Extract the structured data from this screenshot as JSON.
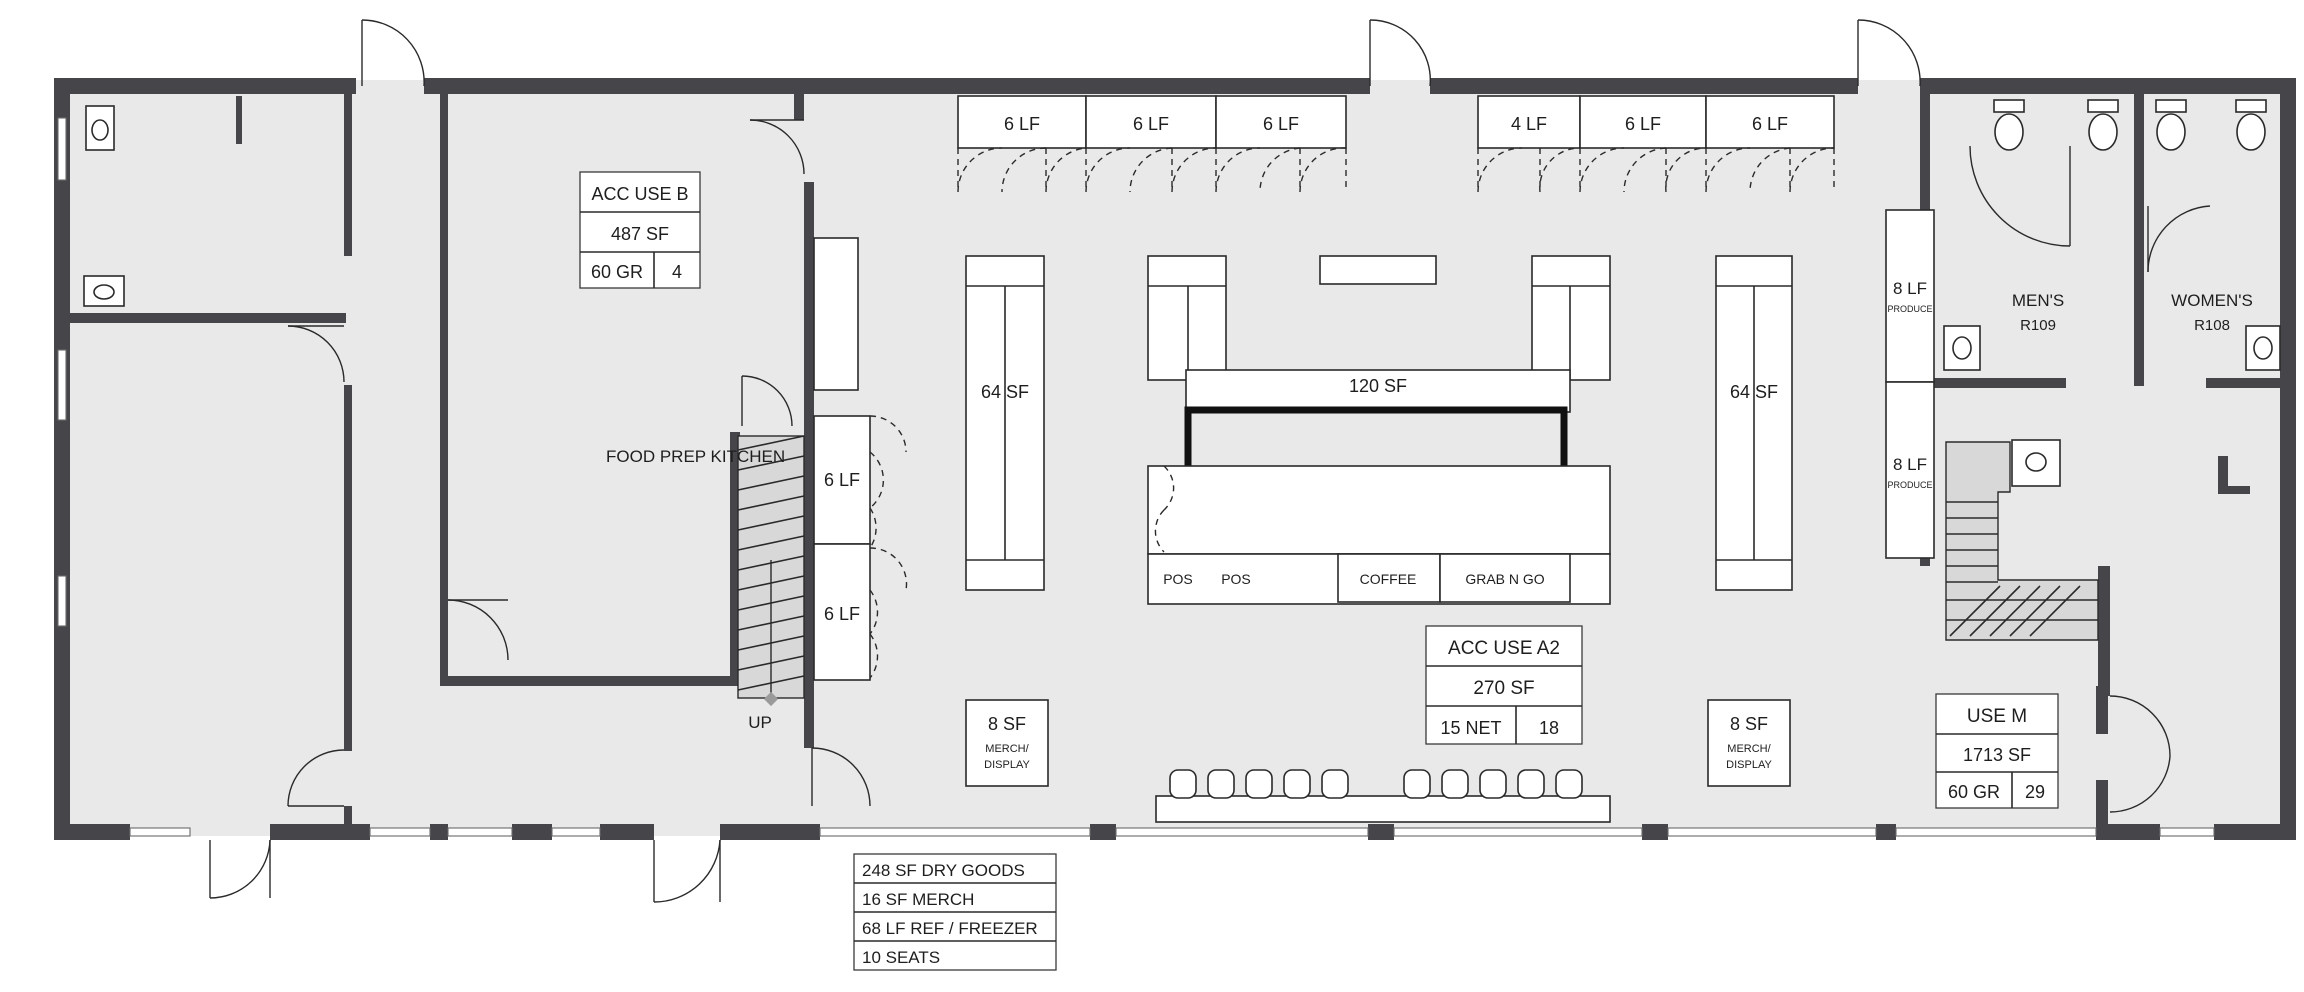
{
  "rooms": {
    "food_prep": "FOOD PREP KITCHEN",
    "mens": "MEN'S",
    "mens_num": "R109",
    "womens": "WOMEN'S",
    "womens_num": "R108",
    "up": "UP"
  },
  "tag_acc_b": {
    "title": "ACC USE B",
    "area": "487 SF",
    "load_a": "60 GR",
    "load_b": "4"
  },
  "tag_acc_a2": {
    "title": "ACC USE A2",
    "area": "270 SF",
    "load_a": "15 NET",
    "load_b": "18"
  },
  "tag_use_m": {
    "title": "USE M",
    "area": "1713 SF",
    "load_a": "60 GR",
    "load_b": "29"
  },
  "cases_top": [
    "6 LF",
    "6 LF",
    "6 LF",
    "4 LF",
    "6 LF",
    "6 LF"
  ],
  "cases_left": [
    "6 LF",
    "6 LF"
  ],
  "produce": [
    {
      "size": "8 LF",
      "label": "PRODUCE"
    },
    {
      "size": "8 LF",
      "label": "PRODUCE"
    }
  ],
  "gondolas": [
    "64 SF",
    "64 SF"
  ],
  "counter": {
    "area": "120 SF",
    "pos1": "POS",
    "pos2": "POS",
    "coffee": "COFFEE",
    "grab": "GRAB N GO"
  },
  "merch": [
    {
      "size": "8 SF",
      "line1": "MERCH/",
      "line2": "DISPLAY"
    },
    {
      "size": "8 SF",
      "line1": "MERCH/",
      "line2": "DISPLAY"
    }
  ],
  "summary": [
    "248 SF DRY GOODS",
    "16 SF MERCH",
    "68 LF REF / FREEZER",
    "10 SEATS"
  ]
}
